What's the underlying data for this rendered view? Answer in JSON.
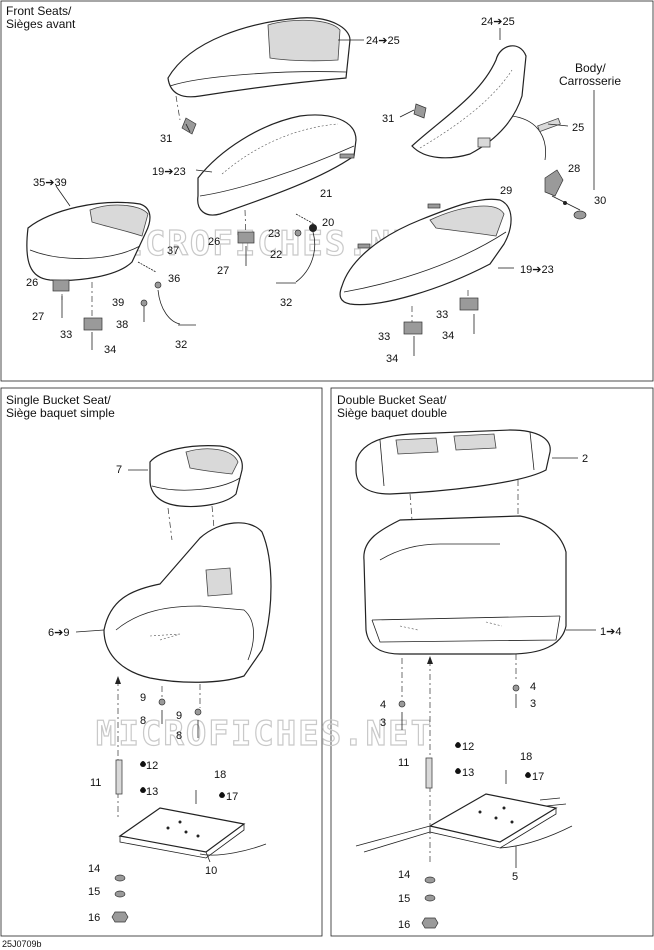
{
  "panels": {
    "front": {
      "title_line1": "Front Seats/",
      "title_line2": "Sièges avant"
    },
    "single": {
      "title_line1": "Single Bucket Seat/",
      "title_line2": "Siège baquet simple"
    },
    "double": {
      "title_line1": "Double Bucket Seat/",
      "title_line2": "Siège baquet double"
    }
  },
  "body_label": {
    "line1": "Body/",
    "line2": "Carrosserie"
  },
  "watermark": "MICROFICHES.NET",
  "doc_code": "25J0709b",
  "callouts": {
    "f_24_25_a": "24➔25",
    "f_24_25_b": "24➔25",
    "f_31_a": "31",
    "f_31_b": "31",
    "f_25": "25",
    "f_19_23_a": "19➔23",
    "f_19_23_b": "19➔23",
    "f_35_39": "35➔39",
    "f_28": "28",
    "f_29": "29",
    "f_30": "30",
    "f_21": "21",
    "f_23": "23",
    "f_20": "20",
    "f_22": "22",
    "f_26_a": "26",
    "f_26_b": "26",
    "f_37": "37",
    "f_36": "36",
    "f_27_a": "27",
    "f_27_b": "27",
    "f_39": "39",
    "f_38": "38",
    "f_32_a": "32",
    "f_32_b": "32",
    "f_33_a": "33",
    "f_33_b": "33",
    "f_33_c": "33",
    "f_34_a": "34",
    "f_34_b": "34",
    "f_34_c": "34",
    "s_7": "7",
    "s_6_9": "6➔9",
    "s_9_a": "9",
    "s_9_b": "9",
    "s_8_a": "8",
    "s_8_b": "8",
    "s_11": "11",
    "s_12": "12",
    "s_13": "13",
    "s_18": "18",
    "s_17": "17",
    "s_14": "14",
    "s_15": "15",
    "s_16": "16",
    "s_10": "10",
    "d_2": "2",
    "d_1_4": "1➔4",
    "d_4_a": "4",
    "d_4_b": "4",
    "d_3_a": "3",
    "d_3_b": "3",
    "d_11": "11",
    "d_12": "12",
    "d_13": "13",
    "d_18": "18",
    "d_17": "17",
    "d_14": "14",
    "d_15": "15",
    "d_16": "16",
    "d_5": "5"
  }
}
